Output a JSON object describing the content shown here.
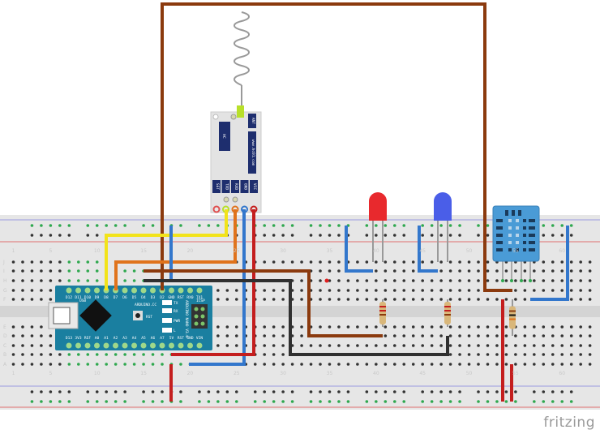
{
  "logo": "fritzing",
  "breadboard": {
    "column_numbers": [
      "1",
      "5",
      "10",
      "15",
      "20",
      "25",
      "30",
      "35",
      "40",
      "45",
      "50",
      "55",
      "60"
    ],
    "row_letters_top": [
      "J",
      "I",
      "H",
      "G",
      "F"
    ],
    "row_letters_bottom": [
      "E",
      "D",
      "C",
      "B",
      "A"
    ]
  },
  "rf_module": {
    "pins": [
      "SET",
      "TXD",
      "RXD",
      "GND",
      "VCC"
    ],
    "antenna_label": "ANT",
    "website": "www.hc01.com",
    "brand": "HC"
  },
  "arduino": {
    "top_pins": [
      "D12",
      "D11",
      "D10",
      "D9",
      "D8",
      "D7",
      "D6",
      "D5",
      "D4",
      "D3",
      "D2",
      "GND",
      "RST",
      "RX0",
      "TX1"
    ],
    "bottom_pins": [
      "D13",
      "3V3",
      "REF",
      "A0",
      "A1",
      "A2",
      "A3",
      "A4",
      "A5",
      "A6",
      "A7",
      "5V",
      "RST",
      "GND",
      "VIN"
    ],
    "brand": "ARDUINO.CC",
    "model": "ARDUINO NANO V3.0",
    "icsp": "ICSP",
    "reset": "RST",
    "usb": "USB",
    "leds": [
      "TX",
      "RX",
      "PWR",
      "L"
    ]
  },
  "colors": {
    "wire_brown": "#8b3a0e",
    "wire_yellow": "#f2e31a",
    "wire_orange": "#e0731c",
    "wire_blue": "#3377cc",
    "wire_red": "#c41e1e",
    "wire_black": "#303030",
    "led_red": "#e8292d",
    "led_blue": "#4a5ee8",
    "dht_body": "#4a9bd6",
    "arduino_board": "#1a7fa0"
  }
}
